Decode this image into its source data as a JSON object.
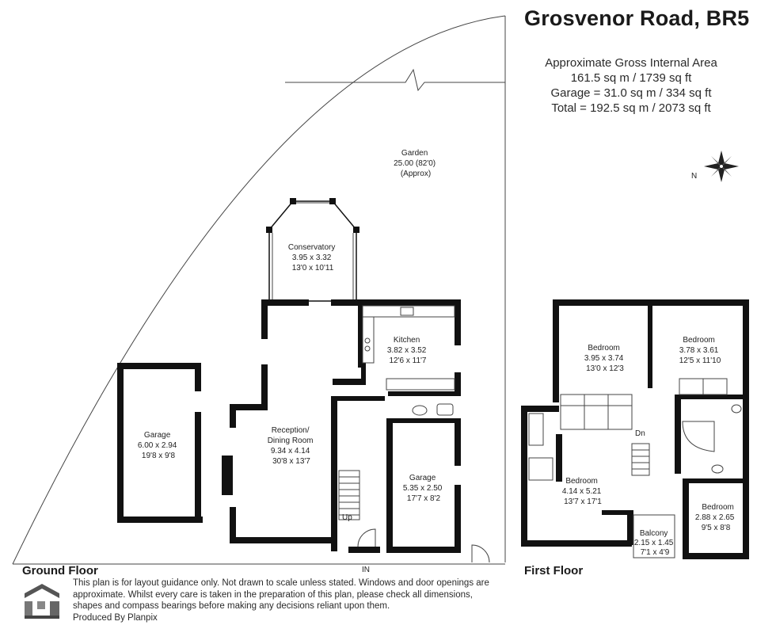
{
  "header": {
    "title": "Grosvenor Road, BR5",
    "area_lines": [
      "Approximate Gross Internal Area",
      "161.5 sq m / 1739 sq ft",
      "Garage = 31.0 sq m / 334 sq ft",
      "Total = 192.5 sq m / 2073 sq ft"
    ]
  },
  "compass": {
    "label": "N",
    "icon": "compass-rose-icon"
  },
  "ground_floor": {
    "label": "Ground Floor",
    "garden": [
      "Garden",
      "25.00 (82'0)",
      "(Approx)"
    ],
    "conservatory": [
      "Conservatory",
      "3.95 x 3.32",
      "13'0 x 10'11"
    ],
    "kitchen": [
      "Kitchen",
      "3.82 x 3.52",
      "12'6 x 11'7"
    ],
    "reception": [
      "Reception/",
      "Dining Room",
      "9.34 x 4.14",
      "30'8 x 13'7"
    ],
    "garage_detached": [
      "Garage",
      "6.00 x 2.94",
      "19'8 x 9'8"
    ],
    "garage_integral": [
      "Garage",
      "5.35 x 2.50",
      "17'7 x 8'2"
    ],
    "stairs_label": "Up",
    "entrance_label": "IN"
  },
  "first_floor": {
    "label": "First Floor",
    "bedroom_1": [
      "Bedroom",
      "3.95 x 3.74",
      "13'0 x 12'3"
    ],
    "bedroom_2": [
      "Bedroom",
      "3.78 x 3.61",
      "12'5 x 11'10"
    ],
    "bedroom_3": [
      "Bedroom",
      "4.14 x 5.21",
      "13'7 x 17'1"
    ],
    "bedroom_4": [
      "Bedroom",
      "2.88 x 2.65",
      "9'5 x 8'8"
    ],
    "balcony": [
      "Balcony",
      "2.15 x 1.45",
      "7'1 x 4'9"
    ],
    "stairs_label": "Dn"
  },
  "footer": {
    "disclaimer": "This plan is for layout guidance only. Not drawn to scale unless stated. Windows and door openings are approximate. Whilst every care is taken in the preparation of this plan, please check all dimensions, shapes and compass bearings before making any decisions reliant upon them.",
    "producer": "Produced By Planpix",
    "logo_icon": "planpix-logo-icon"
  }
}
